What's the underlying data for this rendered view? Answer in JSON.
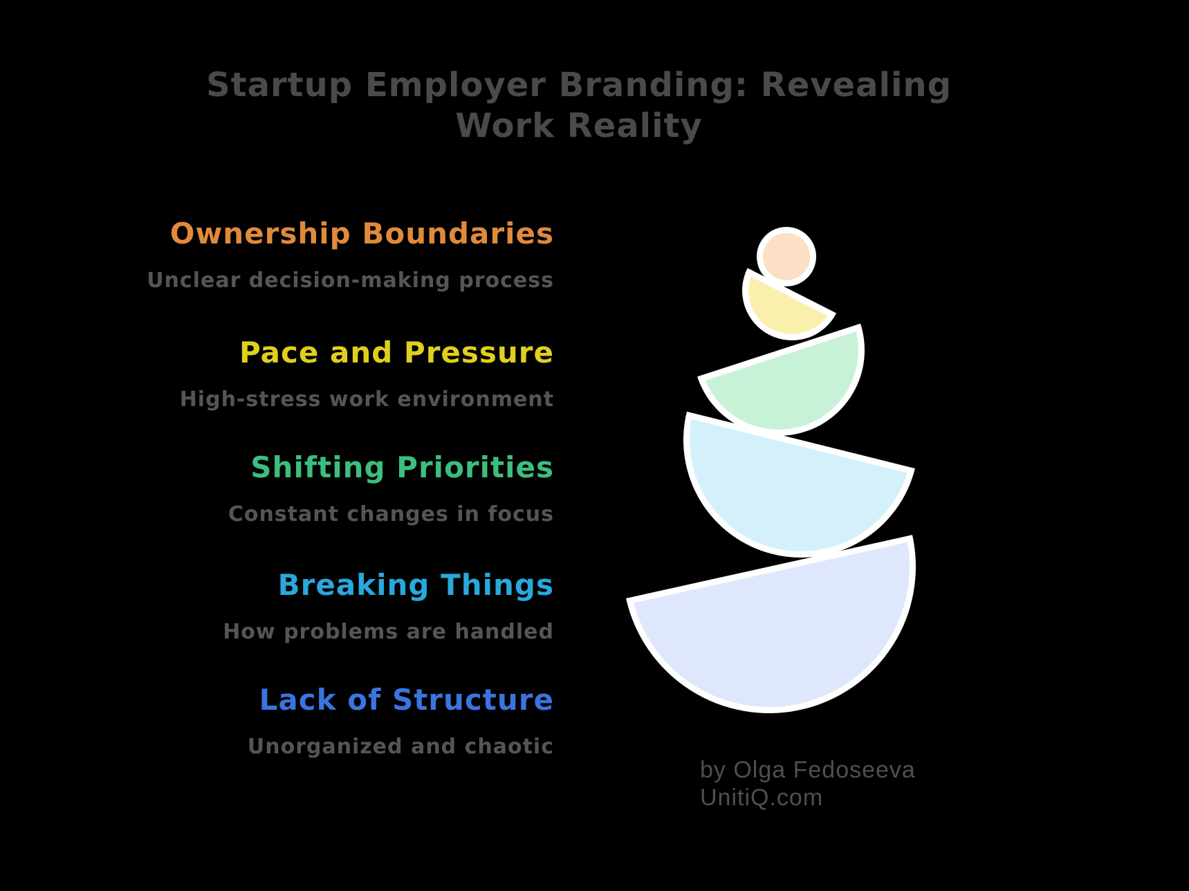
{
  "background_color": "#000000",
  "title": {
    "lines": [
      "Startup Employer Branding: Revealing",
      "Work Reality"
    ],
    "color": "#4A4A4A"
  },
  "items": [
    {
      "label": "Ownership Boundaries",
      "description": "Unclear decision-making process",
      "color": "#E08A3C"
    },
    {
      "label": "Pace and Pressure",
      "description": "High-stress work environment",
      "color": "#E0D01E"
    },
    {
      "label": "Shifting Priorities",
      "description": "Constant changes in focus",
      "color": "#3DBE7E"
    },
    {
      "label": "Breaking Things",
      "description": "How problems are handled",
      "color": "#29A8DC"
    },
    {
      "label": "Lack of Structure",
      "description": "Unorganized and chaotic",
      "color": "#3B74DF"
    }
  ],
  "description_color": "#555555",
  "graphic": {
    "outline_color": "#FFFFFF",
    "shapes": [
      {
        "name": "balance-circle-top",
        "fill": "#FBDFC6"
      },
      {
        "name": "balance-semicircle-small",
        "fill": "#FAF0AE"
      },
      {
        "name": "balance-semicircle-medium",
        "fill": "#C8F2D8"
      },
      {
        "name": "balance-semicircle-large",
        "fill": "#D4F1FB"
      },
      {
        "name": "balance-semicircle-base",
        "fill": "#DEE7FB"
      }
    ]
  },
  "attribution": {
    "lines": [
      "by Olga Fedoseeva",
      "UnitiQ.com"
    ],
    "color": "#4F4F4F"
  }
}
